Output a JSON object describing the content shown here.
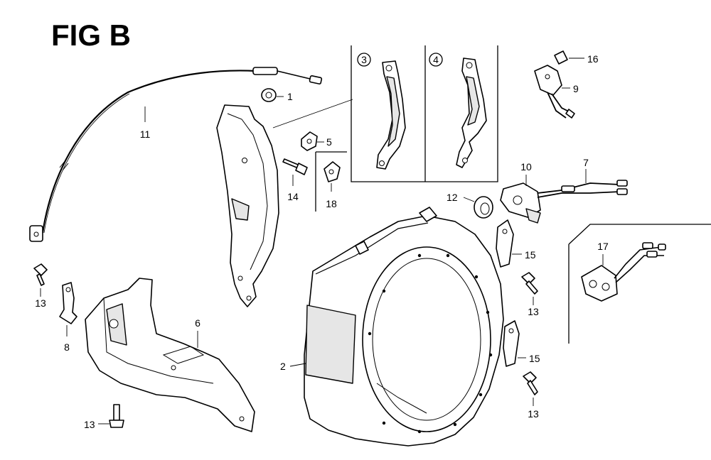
{
  "title": "FIG B",
  "callouts": {
    "p1": "1",
    "p2": "2",
    "p3": "3",
    "p4": "4",
    "p5": "5",
    "p6": "6",
    "p7": "7",
    "p8": "8",
    "p9": "9",
    "p10": "10",
    "p11": "11",
    "p12": "12",
    "p13a": "13",
    "p13b": "13",
    "p13c": "13",
    "p13d": "13",
    "p14": "14",
    "p15a": "15",
    "p15b": "15",
    "p16": "16",
    "p17": "17",
    "p18": "18"
  }
}
